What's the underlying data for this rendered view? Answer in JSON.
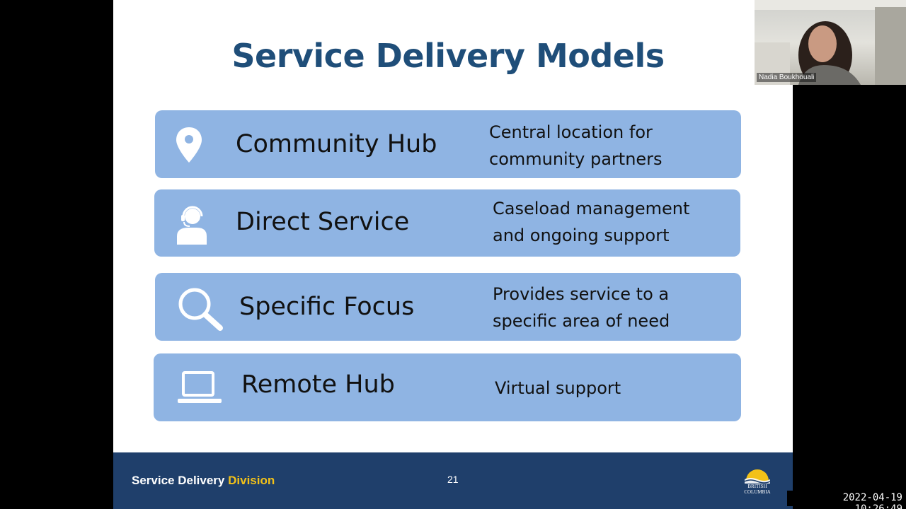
{
  "slide": {
    "title": "Service Delivery Models",
    "cards": [
      {
        "label": "Community Hub",
        "desc": "Central location for community partners",
        "icon": "location-pin-icon"
      },
      {
        "label": "Direct Service",
        "desc": "Caseload management and ongoing support",
        "icon": "headset-person-icon"
      },
      {
        "label": "Specific Focus",
        "desc": "Provides service to a specific area of need",
        "icon": "magnifier-icon"
      },
      {
        "label": "Remote Hub",
        "desc": "Virtual support",
        "icon": "laptop-icon"
      }
    ],
    "footer": {
      "brand_main": "Service Delivery ",
      "brand_accent": "Division",
      "page_number": "21",
      "logo_text_line1": "BRITISH",
      "logo_text_line2": "COLUMBIA"
    }
  },
  "webcam": {
    "participant_name": "Nadia Boukhouali"
  },
  "overlay": {
    "timestamp": "2022-04-19 10:26:49"
  },
  "colors": {
    "title": "#1f4e79",
    "card": "#8fb4e3",
    "footer": "#1f3f6b",
    "accent": "#f2c118"
  }
}
